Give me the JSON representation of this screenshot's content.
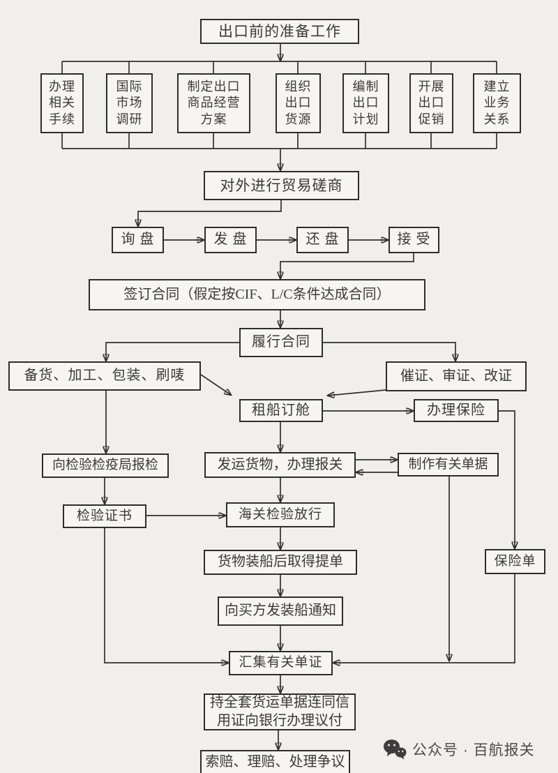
{
  "page": {
    "background": "#f1efec",
    "line_color": "#2f2f2f",
    "box_border_color": "#2d2d2d",
    "text_color": "#3a3a3a"
  },
  "nodes": {
    "prep": {
      "label": "出口前的准备工作"
    },
    "tasks": [
      {
        "label": "办理\n相关\n手续"
      },
      {
        "label": "国际\n市场\n调研"
      },
      {
        "label": "制定出口\n商品经营\n方案"
      },
      {
        "label": "组织\n出口\n货源"
      },
      {
        "label": "编制\n出口\n计划"
      },
      {
        "label": "开展\n出口\n促销"
      },
      {
        "label": "建立\n业务\n关系"
      }
    ],
    "negotiation": {
      "label": "对外进行贸易磋商"
    },
    "inquiry": {
      "label": "询 盘"
    },
    "offer": {
      "label": "发 盘"
    },
    "counter_offer": {
      "label": "还 盘"
    },
    "acceptance": {
      "label": "接 受"
    },
    "sign_contract": {
      "label": "签订合同（假定按CIF、L/C条件达成合同）"
    },
    "perform_contract": {
      "label": "履行合同"
    },
    "prepare_goods": {
      "label": "备货、加工、包装、刷唛"
    },
    "lc_handling": {
      "label": "催证、审证、改证"
    },
    "charter_booking": {
      "label": "租船订舱"
    },
    "insurance": {
      "label": "办理保险"
    },
    "inspection_apply": {
      "label": "向检验检疫局报检"
    },
    "ship_customs": {
      "label": "发运货物，办理报关"
    },
    "make_documents": {
      "label": "制作有关单据"
    },
    "inspection_cert": {
      "label": "检验证书"
    },
    "customs_release": {
      "label": "海关检验放行"
    },
    "bill_of_lading": {
      "label": "货物装船后取得提单"
    },
    "shipping_advice": {
      "label": "向买方发装船通知"
    },
    "insurance_policy": {
      "label": "保险单"
    },
    "collect_documents": {
      "label": "汇集有关单证"
    },
    "negotiate_payment": {
      "label": "持全套货运单据连同信\n用证向银行办理议付"
    },
    "claims": {
      "label": "索赔、理赔、处理争议"
    }
  },
  "watermark": {
    "icon": "wechat-icon",
    "label": "公众号 · 百航报关",
    "color": "#4a4a4a"
  }
}
